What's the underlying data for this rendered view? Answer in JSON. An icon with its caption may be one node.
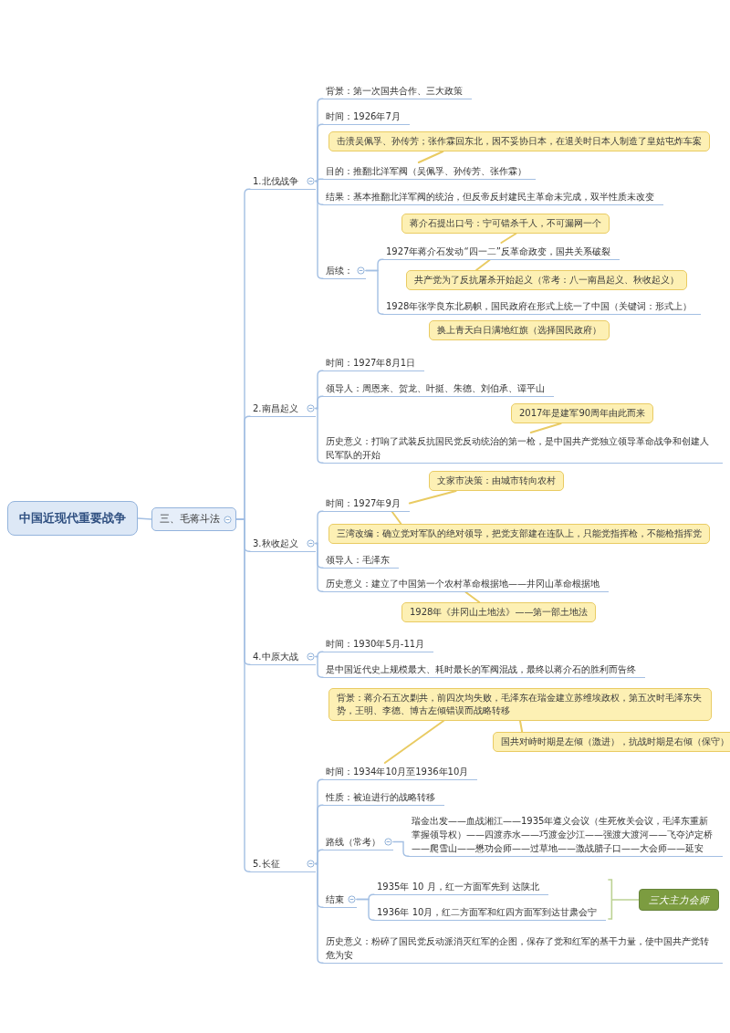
{
  "diagram": {
    "nodes": [
      {
        "text": [
          "中国近现代重要战争"
        ]
      },
      {
        "text": [
          "三、毛蒋斗法"
        ]
      },
      {
        "text": [
          "1.北伐战争"
        ]
      },
      {
        "text": [
          "背景：第一次国共合作、三大政策"
        ]
      },
      {
        "text": [
          "时间：1926年7月"
        ]
      },
      {
        "text": [
          "击溃吴佩孚、孙传芳；张作霖回东北，因不妥协日本，在退关时日本人制造了皇姑屯炸车案"
        ]
      },
      {
        "text": [
          "目的：推翻北洋军阀（吴佩孚、孙传芳、张作霖）"
        ]
      },
      {
        "text": [
          "结果：基本推翻北洋军阀的统治，但反帝反封建民主革命未完成，双半性质未改变"
        ]
      },
      {
        "text": [
          "后续："
        ]
      },
      {
        "text": [
          "蒋介石提出口号：宁可错杀千人，不可漏网一个"
        ]
      },
      {
        "text": [
          "1927年蒋介石发动“四一二”反革命政变，国共关系破裂"
        ]
      },
      {
        "text": [
          "共产党为了反抗屠杀开始起义（常考：八一南昌起义、秋收起义）"
        ]
      },
      {
        "text": [
          "1928年张学良东北易帜，国民政府在形式上统一了中国（关键词：形式上）"
        ]
      },
      {
        "text": [
          "换上青天白日满地红旗（选择国民政府）"
        ]
      },
      {
        "text": [
          "2.南昌起义"
        ]
      },
      {
        "text": [
          "时间：1927年8月1日"
        ]
      },
      {
        "text": [
          "领导人：周恩来、贺龙、叶挺、朱德、刘伯承、谭平山"
        ]
      },
      {
        "text": [
          "2017年是建军90周年由此而来"
        ]
      },
      {
        "text": [
          "历史意义：打响了武装反抗国民党反动统治的第一枪，是中国共产党独立领导革命战争和创建人民军队的开始"
        ]
      },
      {
        "text": [
          "3.秋收起义"
        ]
      },
      {
        "text": [
          "文家市决策：由城市转向农村"
        ]
      },
      {
        "text": [
          "时间：1927年9月"
        ]
      },
      {
        "text": [
          "三湾改编：确立党对军队的绝对领导，把党支部建在连队上，只能党指挥枪，不能枪指挥党"
        ]
      },
      {
        "text": [
          "领导人：毛泽东"
        ]
      },
      {
        "text": [
          "历史意义：建立了中国第一个农村革命根据地——井冈山革命根据地"
        ]
      },
      {
        "text": [
          "1928年《井冈山土地法》——第一部土地法"
        ]
      },
      {
        "text": [
          "4.中原大战"
        ]
      },
      {
        "text": [
          "时间：1930年5月-11月"
        ]
      },
      {
        "text": [
          "是中国近代史上规模最大、耗时最长的军阀混战，最终以蒋介石的胜利而告终"
        ]
      },
      {
        "text": [
          "背景：蒋介石五次剿共，前四次均失败，毛泽东在瑞金建立苏维埃政权，第五次时毛泽东失势，王明、李德、博古左倾错误而战略转移"
        ]
      },
      {
        "text": [
          "国共对峙时期是左倾（激进），抗战时期是右倾（保守）"
        ]
      },
      {
        "text": [
          "5.长征"
        ]
      },
      {
        "text": [
          "时间：1934年10月至1936年10月"
        ]
      },
      {
        "text": [
          "性质：被迫进行的战略转移"
        ]
      },
      {
        "text": [
          "路线（常考）"
        ]
      },
      {
        "text": [
          "瑞金出发——血战湘江——1935年遵义会议（生死攸关会议，毛泽东重新掌握领导权）——四渡赤水——巧渡金沙江——强渡大渡河——飞夺泸定桥——爬雪山——懋功会师——过草地——激战腊子口——大会师——延安"
        ]
      },
      {
        "text": [
          "结束"
        ]
      },
      {
        "text": [
          "1935年 10 月，红一方面军先到 达陕北"
        ]
      },
      {
        "text": [
          "1936年 10月，红二方面军和红四方面军到达甘肃会宁"
        ]
      },
      {
        "text": [
          "三大主力会师"
        ]
      },
      {
        "text": [
          "历史意义：粉碎了国民党反动派消灭红军的企图，保存了党和红军的基干力量，使中国共产党转危为安"
        ]
      }
    ],
    "edges": [
      {
        "from": 0,
        "to": 1,
        "arrow": "none"
      },
      {
        "from": 1,
        "to": 2,
        "arrow": "none"
      },
      {
        "from": 1,
        "to": 14,
        "arrow": "none"
      },
      {
        "from": 1,
        "to": 19,
        "arrow": "none"
      },
      {
        "from": 1,
        "to": 26,
        "arrow": "none"
      },
      {
        "from": 1,
        "to": 31,
        "arrow": "none"
      },
      {
        "from": 2,
        "to": 3,
        "arrow": "none"
      },
      {
        "from": 2,
        "to": 4,
        "arrow": "none"
      },
      {
        "from": 2,
        "to": 6,
        "arrow": "none"
      },
      {
        "from": 2,
        "to": 7,
        "arrow": "none"
      },
      {
        "from": 2,
        "to": 8,
        "arrow": "none"
      },
      {
        "from": 8,
        "to": 10,
        "arrow": "none"
      },
      {
        "from": 8,
        "to": 12,
        "arrow": "none"
      },
      {
        "from": 14,
        "to": 15,
        "arrow": "none"
      },
      {
        "from": 14,
        "to": 16,
        "arrow": "none"
      },
      {
        "from": 14,
        "to": 18,
        "arrow": "none"
      },
      {
        "from": 19,
        "to": 21,
        "arrow": "none"
      },
      {
        "from": 19,
        "to": 23,
        "arrow": "none"
      },
      {
        "from": 19,
        "to": 24,
        "arrow": "none"
      },
      {
        "from": 26,
        "to": 27,
        "arrow": "none"
      },
      {
        "from": 26,
        "to": 28,
        "arrow": "none"
      },
      {
        "from": 31,
        "to": 32,
        "arrow": "none"
      },
      {
        "from": 31,
        "to": 33,
        "arrow": "none"
      },
      {
        "from": 31,
        "to": 34,
        "arrow": "none"
      },
      {
        "from": 31,
        "to": 36,
        "arrow": "none"
      },
      {
        "from": 31,
        "to": 40,
        "arrow": "none"
      },
      {
        "from": 34,
        "to": 35,
        "arrow": "none"
      },
      {
        "from": 36,
        "to": 37,
        "arrow": "none"
      },
      {
        "from": 36,
        "to": 38,
        "arrow": "none"
      },
      {
        "from": 5,
        "to": 6,
        "arrow": "none",
        "color": "#e9cb63"
      },
      {
        "from": 9,
        "to": 10,
        "arrow": "none",
        "color": "#e9cb63"
      },
      {
        "from": 11,
        "to": 10,
        "arrow": "none",
        "color": "#e9cb63"
      },
      {
        "from": 17,
        "to": 18,
        "arrow": "none",
        "color": "#e9cb63"
      },
      {
        "from": 20,
        "to": 21,
        "arrow": "none",
        "color": "#e9cb63"
      },
      {
        "from": 22,
        "to": 21,
        "arrow": "none",
        "color": "#e9cb63"
      },
      {
        "from": 25,
        "to": 24,
        "arrow": "none",
        "color": "#e9cb63"
      },
      {
        "from": 29,
        "to": 32,
        "arrow": "none",
        "color": "#e9cb63"
      },
      {
        "from": 30,
        "to": 29,
        "arrow": "none",
        "color": "#e9cb63"
      }
    ]
  }
}
